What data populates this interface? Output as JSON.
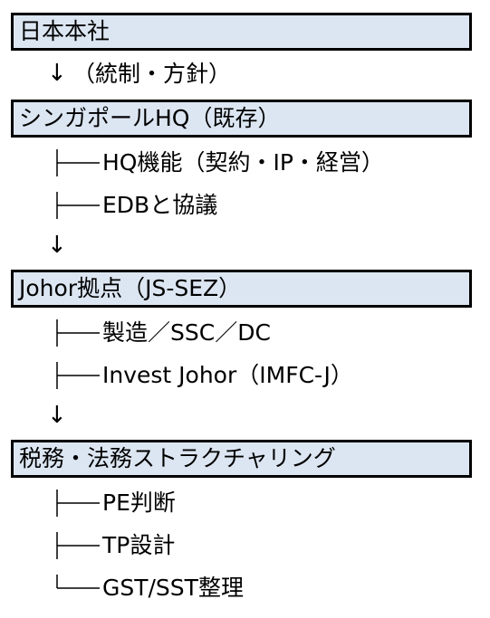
{
  "nodes": [
    {
      "title": "日本本社",
      "connector": "↓",
      "connector_text": "（統制・方針）",
      "children": []
    },
    {
      "title": "シンガポールHQ（既存）",
      "children": [
        "HQ機能（契約・IP・経営）",
        "EDBと協議"
      ],
      "connector": "↓"
    },
    {
      "title": "Johor拠点（JS-SEZ）",
      "children": [
        "製造／SSC／DC",
        "Invest Johor（IMFC-J）"
      ],
      "connector": "↓"
    },
    {
      "title": "税務・法務ストラクチャリング",
      "children": [
        "PE判断",
        "TP設計",
        "GST/SST整理"
      ]
    }
  ],
  "colors": {
    "box_fill": "#dce6f2",
    "box_border": "#000000",
    "text": "#000000"
  }
}
